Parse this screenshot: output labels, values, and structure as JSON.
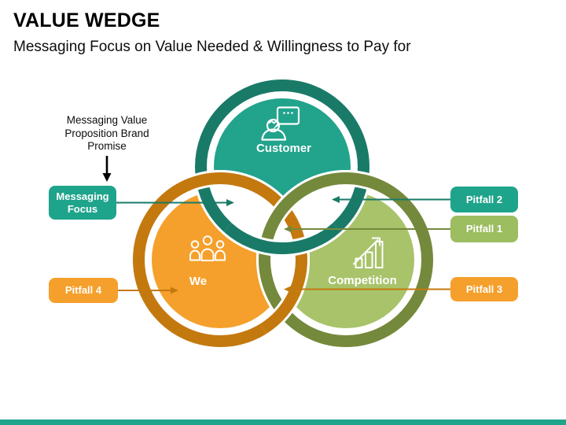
{
  "slide": {
    "title": "VALUE WEDGE",
    "subtitle": "Messaging Focus on Value Needed & Willingness to Pay for"
  },
  "annotation": {
    "lines": [
      "Messaging Value",
      "Proposition Brand",
      "Promise"
    ]
  },
  "venn": {
    "circles": [
      {
        "id": "customer",
        "label": "Customer",
        "icon": "person-chat-icon",
        "ring_color": "#1A7A68",
        "fill_color": "#22A38C"
      },
      {
        "id": "we",
        "label": "We",
        "icon": "people-group-icon",
        "ring_color": "#C4790F",
        "fill_color": "#F5A02C"
      },
      {
        "id": "competition",
        "label": "Competition",
        "icon": "growth-bars-icon",
        "ring_color": "#75893C",
        "fill_color": "#A8C36A"
      }
    ]
  },
  "badges": {
    "messaging_focus": {
      "label": "Messaging Focus",
      "color": "#1FA48C"
    },
    "pitfall_1": {
      "label": "Pitfall 1",
      "color": "#9CBD60"
    },
    "pitfall_2": {
      "label": "Pitfall 2",
      "color": "#1FA48C"
    },
    "pitfall_3": {
      "label": "Pitfall 3",
      "color": "#F5A02C"
    },
    "pitfall_4": {
      "label": "Pitfall 4",
      "color": "#F5A02C"
    }
  },
  "connectors": {
    "messaging_focus_arrow_color": "#1A7A68",
    "pitfall_1_arrow_color": "#75893C",
    "pitfall_2_arrow_color": "#1A7A68",
    "pitfall_3_arrow_color": "#C4790F",
    "pitfall_4_arrow_color": "#C4790F",
    "annotation_arrow_color": "#000000"
  },
  "footer": {
    "bar_color": "#1FA48C"
  }
}
